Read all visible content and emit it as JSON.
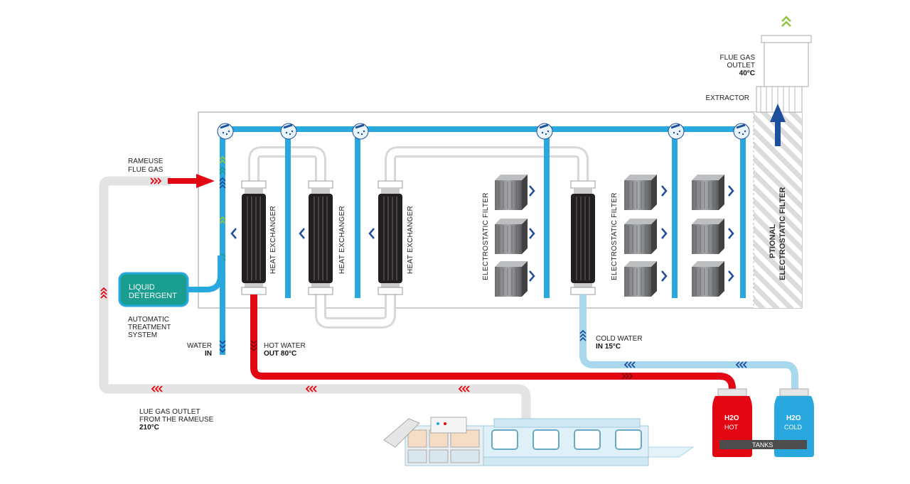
{
  "labels": {
    "rameuse_flue_gas": [
      "RAMEUSE",
      "FLUE GAS"
    ],
    "liquid_detergent": [
      "LIQUID",
      "DETERGENT"
    ],
    "automatic_treatment": [
      "AUTOMATIC",
      "TREATMENT",
      "SYSTEM"
    ],
    "water_in": [
      "WATER",
      "IN"
    ],
    "hot_water_out": [
      "HOT WATER",
      "OUT 80°C"
    ],
    "cold_water_in": [
      "COLD WATER",
      "IN 15°C"
    ],
    "flue_gas_outlet": [
      "FLUE GAS",
      "OUTLET",
      "40°C"
    ],
    "extractor": "EXTRACTOR",
    "heat_exchanger": "HEAT EXCHANGER",
    "electrostatic_filter": "ELECTROSTATIC FILTER",
    "optional_filter": [
      "PTIONAL",
      "ELECTROSTATIC FILTER"
    ],
    "lue_gas_outlet": [
      "LUE GAS OUTLET",
      "FROM THE RAMEUSE",
      "210°C"
    ],
    "tank_hot": [
      "H2O",
      "HOT"
    ],
    "tank_cold": [
      "H2O",
      "COLD"
    ],
    "tanks": "TANKS"
  },
  "colors": {
    "water_blue": "#29a8e0",
    "hot_red": "#e30613",
    "cold_light": "#a8d8ee",
    "flue_grey": "#e6e6e6",
    "detergent_teal": "#1a9e8f",
    "arrow_navy": "#1d4f9c",
    "green_chevron": "#8dc63f"
  }
}
